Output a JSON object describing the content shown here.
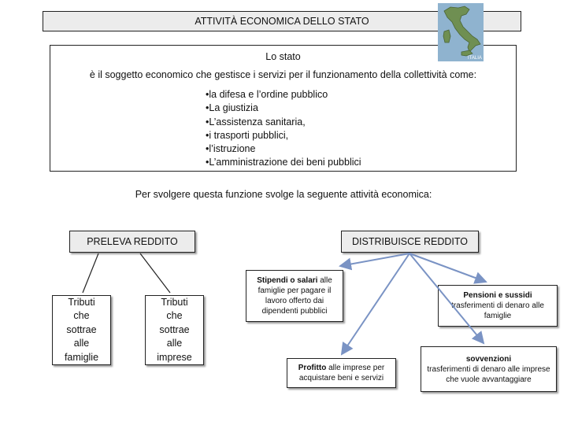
{
  "header": {
    "title": "ATTIVITÀ ECONOMICA DELLO STATO"
  },
  "map": {
    "label": "ITALIA",
    "land_color": "#6f8f52",
    "sea_color": "#8fb3cf"
  },
  "main": {
    "title": "Lo stato",
    "description": "è il soggetto economico che gestisce i servizi per il funzionamento della collettività come:",
    "items": [
      "•la difesa e l’ordine pubblico",
      "•La giustizia",
      "•L’assistenza sanitaria,",
      "•i trasporti pubblici,",
      "•l’istruzione",
      "•L’amministrazione dei beni pubblici"
    ]
  },
  "intro": "Per svolgere questa funzione svolge la seguente attività economica:",
  "preleva": {
    "label": "PRELEVA REDDITO",
    "children": [
      {
        "lines": [
          "Tributi",
          "che",
          "sottrae",
          "alle",
          "famiglie"
        ]
      },
      {
        "lines": [
          "Tributi",
          "che",
          "sottrae",
          "alle",
          "imprese"
        ]
      }
    ]
  },
  "distribuisce": {
    "label": "DISTRIBUISCE REDDITO",
    "stipendi": {
      "lead": "Stipendi o salari",
      "rest": " alle famiglie per pagare il lavoro offerto dai dipendenti pubblici"
    },
    "pensioni": {
      "lead": "Pensioni e sussidi",
      "rest": "trasferimenti di denaro alle famiglie"
    },
    "profitto": {
      "lead": "Profitto",
      "rest": " alle imprese per acquistare beni e servizi"
    },
    "sovvenzioni": {
      "lead": "sovvenzioni",
      "rest": "trasferimenti di denaro alle imprese che vuole avvantaggiare"
    }
  }
}
